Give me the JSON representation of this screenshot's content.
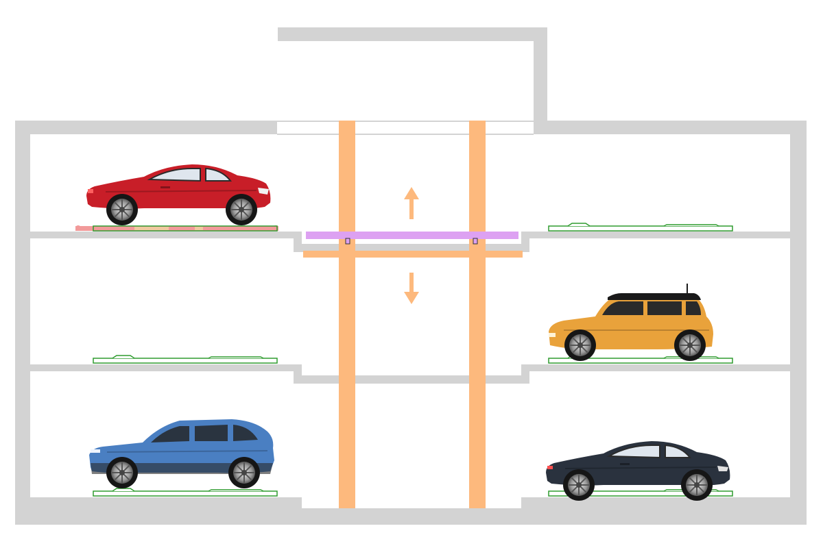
{
  "diagram": {
    "kind": "car-parking-lift-cross-section",
    "levels": [
      {
        "id": "upper",
        "left_bay": "red-coupe",
        "right_bay": "empty"
      },
      {
        "id": "middle",
        "left_bay": "empty",
        "right_bay": "orange-hatchback"
      },
      {
        "id": "lower",
        "left_bay": "blue-suv",
        "right_bay": "dark-coupe"
      }
    ],
    "lift": {
      "direction_icons": [
        "arrow-up-icon",
        "arrow-down-icon"
      ]
    },
    "colors": {
      "structure": "#d3d3d3",
      "lift_column": "#fdb97d",
      "lift_platform": "#dda1f2",
      "pallet_outline": "#2e9b2e",
      "red_pallet": "#f29a9a",
      "car_red": "#c81e28",
      "car_orange": "#e9a23b",
      "car_blue": "#4a7fc2",
      "car_dark": "#2a323e",
      "car_black_roof": "#1a1a1a"
    }
  }
}
